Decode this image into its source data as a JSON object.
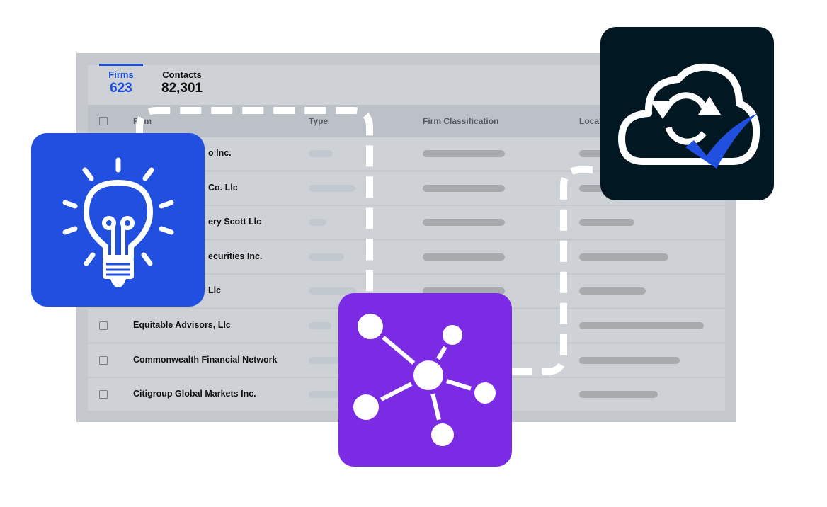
{
  "tabs": [
    {
      "label": "Firms",
      "count": "623",
      "active": true
    },
    {
      "label": "Contacts",
      "count": "82,301",
      "active": false
    }
  ],
  "table": {
    "columns": [
      "Firm",
      "Type",
      "Firm Classification",
      "Locat"
    ],
    "rows": [
      {
        "name": "o Inc."
      },
      {
        "name": "Co. Llc"
      },
      {
        "name": "ery Scott Llc"
      },
      {
        "name": "ecurities Inc."
      },
      {
        "name": "Llc"
      },
      {
        "name": "Equitable Advisors, Llc"
      },
      {
        "name": "Commonwealth Financial Network"
      },
      {
        "name": "Citigroup Global Markets Inc."
      }
    ]
  },
  "icons": {
    "card1": "lightbulb-icon",
    "card2": "network-nodes-icon",
    "card3": "cloud-sync-check-icon"
  },
  "colors": {
    "accent": "#1f4fd8",
    "bulb_card": "#2150e0",
    "network_card": "#7b2be3",
    "cloud_card": "#011823",
    "check": "#2150e0"
  }
}
